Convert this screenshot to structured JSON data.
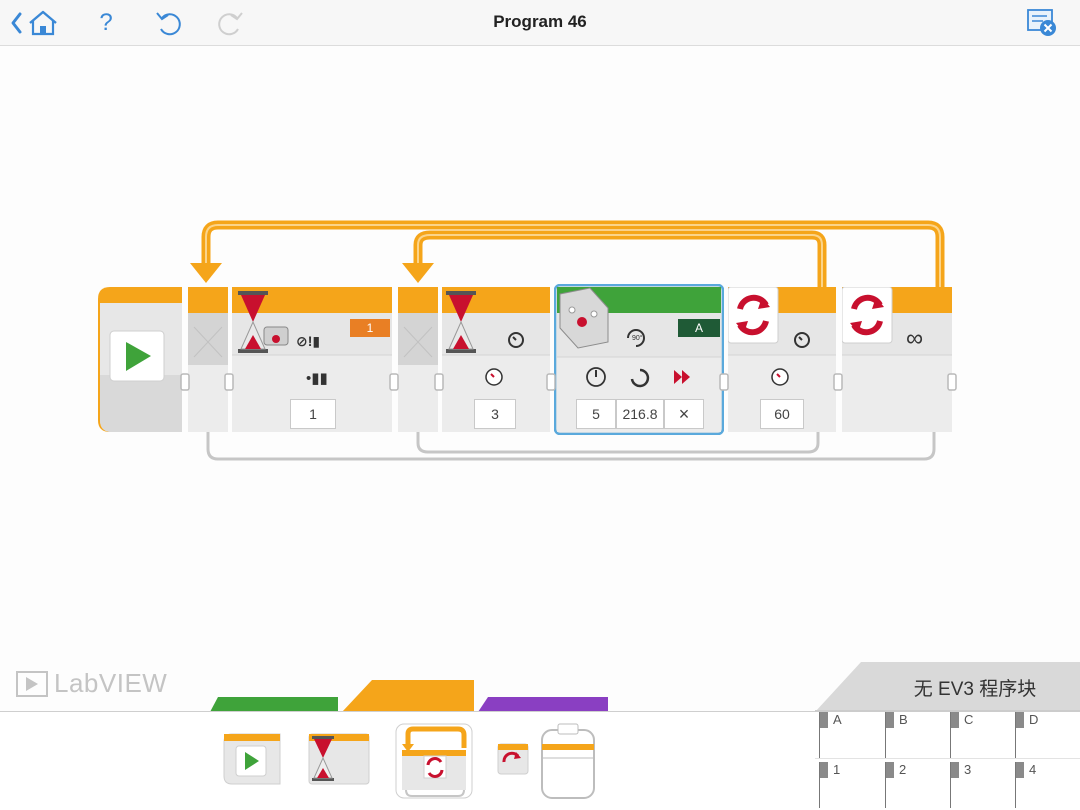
{
  "toolbar": {
    "title": "Program 46",
    "back_icon": "back-chevron-icon",
    "home_icon": "home-icon",
    "help_label": "?",
    "undo_icon": "undo-icon",
    "redo_icon": "redo-icon",
    "close_icon": "close-program-icon"
  },
  "program": {
    "blocks": [
      {
        "name": "start-block",
        "kind": "start"
      },
      {
        "name": "outer-loop-start",
        "kind": "loop-start"
      },
      {
        "name": "wait-sensor-block",
        "kind": "wait",
        "port": "1",
        "mode_icon": "sensor-compare-icon",
        "value": "1"
      },
      {
        "name": "inner-loop-start",
        "kind": "loop-start"
      },
      {
        "name": "wait-time-block",
        "kind": "wait",
        "mode_icon": "timer-icon",
        "value": "3"
      },
      {
        "name": "large-motor-block",
        "kind": "motor",
        "port": "A",
        "mode_icon": "degrees-icon",
        "power": "5",
        "degrees": "216.8",
        "brake": "×"
      },
      {
        "name": "inner-loop-end",
        "kind": "loop-end",
        "mode_icon": "timer-icon",
        "value": "60"
      },
      {
        "name": "outer-loop-end",
        "kind": "loop-end",
        "mode_icon": "infinity-icon",
        "mode_label": "∞"
      }
    ]
  },
  "branding": {
    "logo_text": "LabVIEW"
  },
  "palette": {
    "tabs": [
      "action-tab",
      "flow-control-tab",
      "sensor-tab"
    ],
    "active_tab": "flow-control-tab",
    "items": [
      "start-palette-item",
      "wait-palette-item",
      "loop-palette-item",
      "switch-palette-item"
    ]
  },
  "ports_panel": {
    "title": "无 EV3 程序块",
    "motor_ports": [
      "A",
      "B",
      "C",
      "D"
    ],
    "sensor_ports": [
      "1",
      "2",
      "3",
      "4"
    ]
  },
  "colors": {
    "flow_orange": "#f5a51a",
    "action_green": "#3fa33a",
    "sensor_purple": "#8a3fc2",
    "motor_port_green": "#1f5a36",
    "sensor_port_orange": "#e97f24",
    "selection_blue": "#5aa9dc",
    "ui_blue": "#3a88d6"
  }
}
